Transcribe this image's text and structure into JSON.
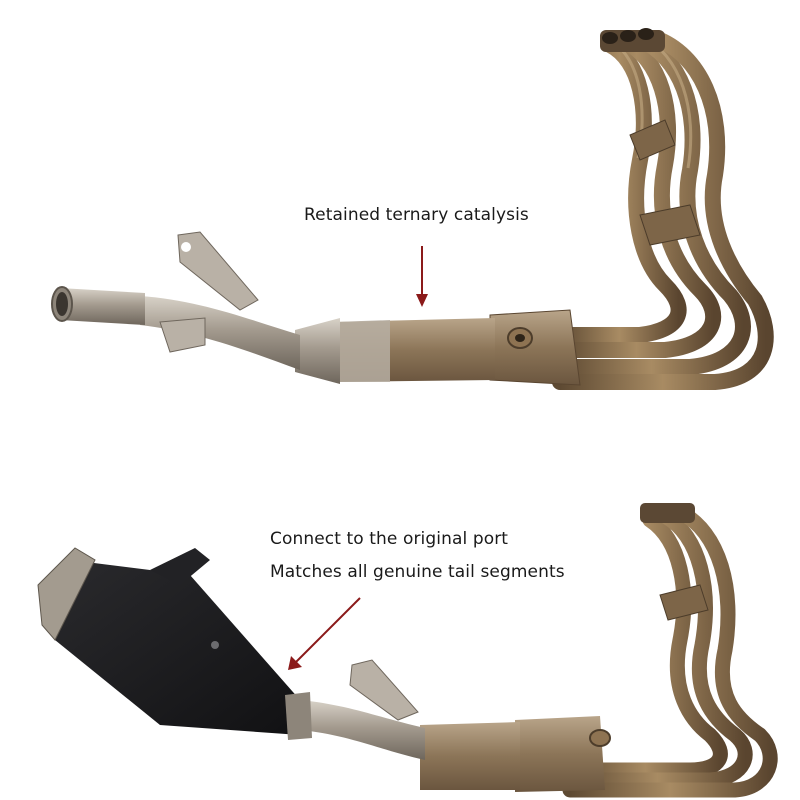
{
  "annotations": {
    "top_label": "Retained ternary catalysis",
    "bottom_label_line1": "Connect to the original port",
    "bottom_label_line2": "Matches all genuine tail segments"
  },
  "colors": {
    "background": "#ffffff",
    "pipe_bronze": "#8a6f4e",
    "pipe_steel": "#b3aba1",
    "muffler_black": "#1d1d1f",
    "arrow_red": "#8b1a1a"
  }
}
